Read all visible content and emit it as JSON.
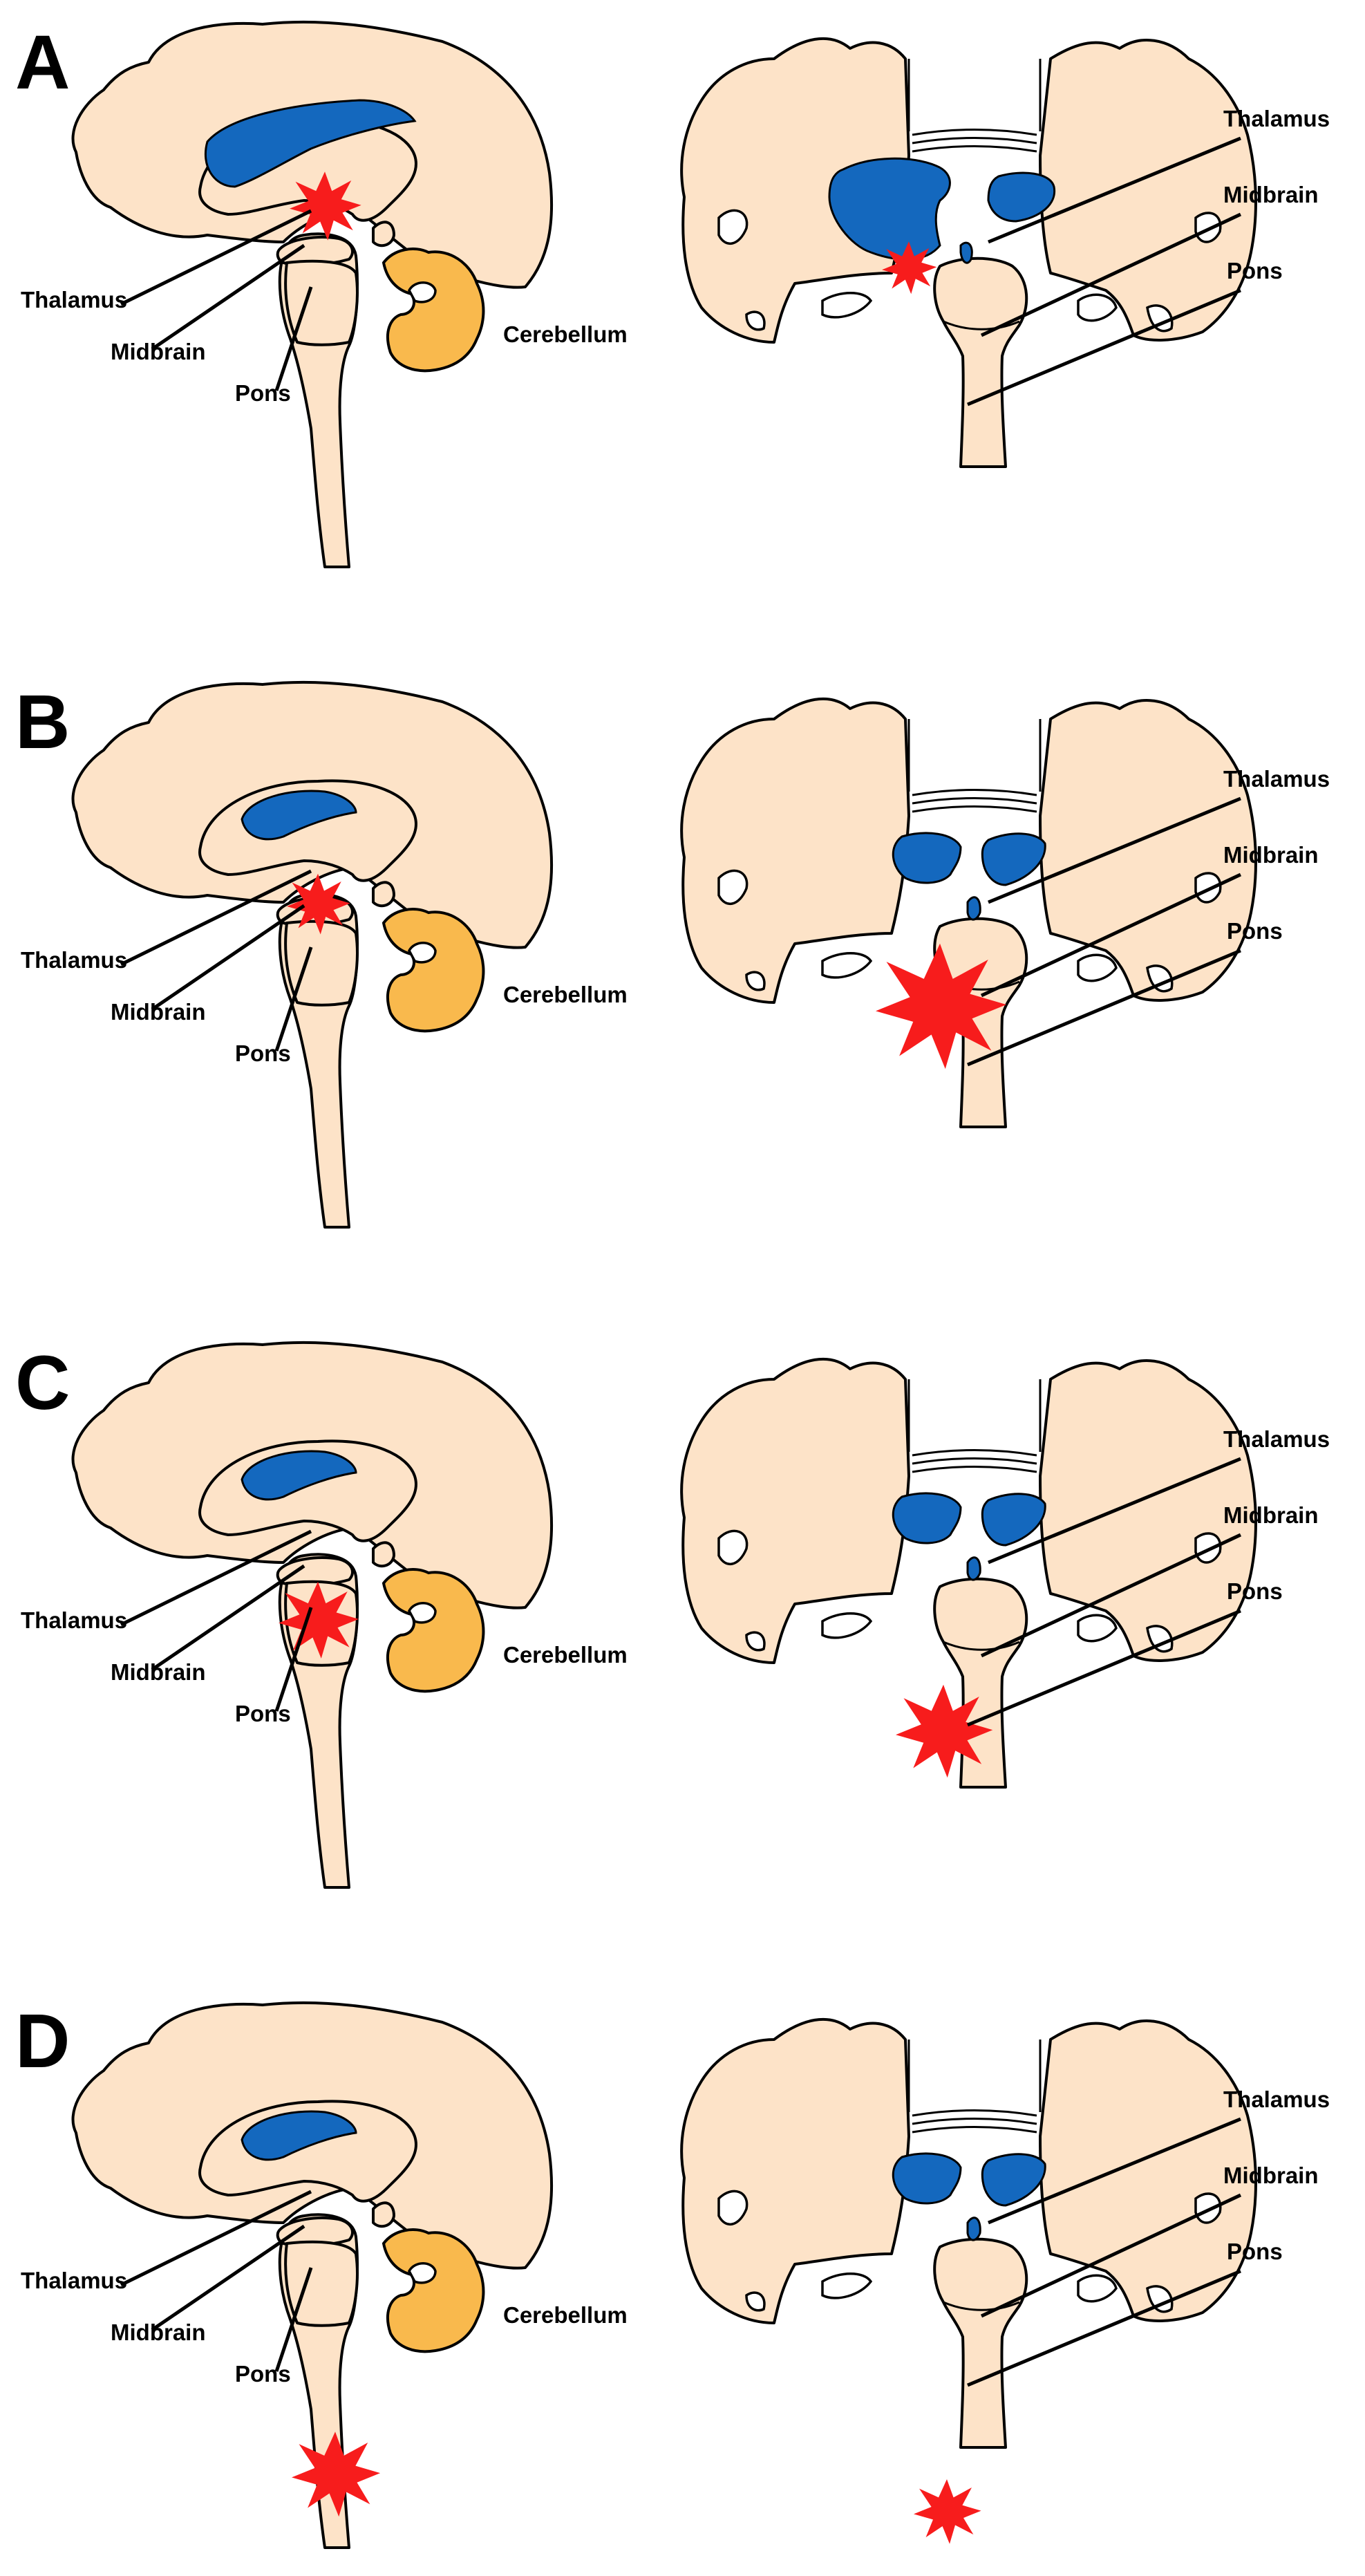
{
  "panels": [
    {
      "letter": "A",
      "lesion": "thalamus"
    },
    {
      "letter": "B",
      "lesion": "midbrain"
    },
    {
      "letter": "C",
      "lesion": "pons"
    },
    {
      "letter": "D",
      "lesion": "spinal"
    }
  ],
  "labels": {
    "thalamus": "Thalamus",
    "midbrain": "Midbrain",
    "pons": "Pons",
    "cerebellum": "Cerebellum"
  },
  "colors": {
    "tissue": "#fde3c8",
    "ventricle": "#1468be",
    "cerebellum": "#f9b94d",
    "lesion": "#f71c1c"
  }
}
